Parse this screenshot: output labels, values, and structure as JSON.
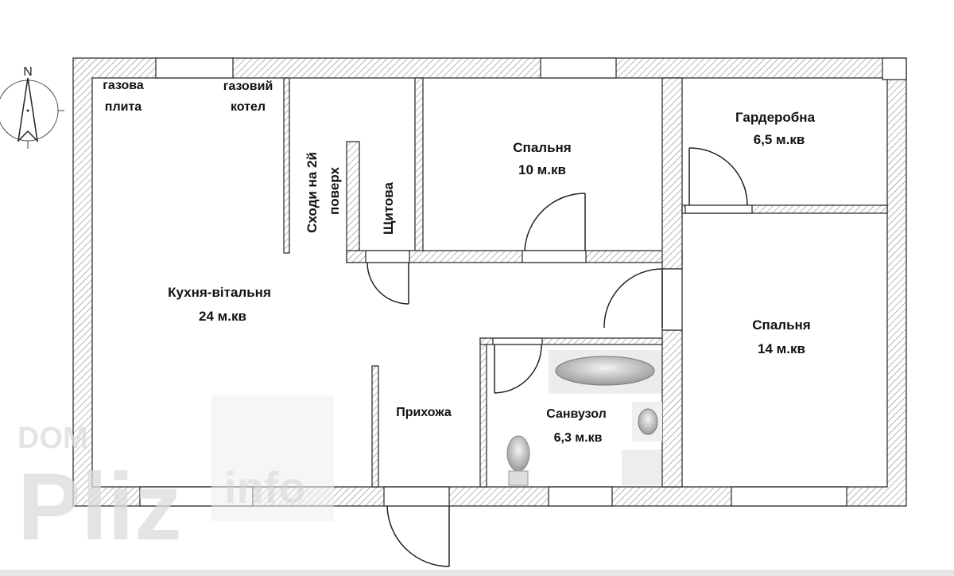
{
  "compass": {
    "north_label": "N"
  },
  "rooms": {
    "kitchen": {
      "name": "Кухня-вітальня",
      "area": "24 м.кв"
    },
    "bedroom1": {
      "name": "Спальня",
      "area": "10 м.кв"
    },
    "wardrobe": {
      "name": "Гардеробна",
      "area": "6,5 м.кв"
    },
    "bedroom2": {
      "name": "Спальня",
      "area": "14 м.кв"
    },
    "hallway": {
      "name": "Прихожа"
    },
    "bathroom": {
      "name": "Санвузол",
      "area": "6,3 м.кв"
    },
    "stairs": {
      "line1": "Сходи на 2й",
      "line2": "поверх"
    },
    "panel": {
      "name": "Щитова"
    }
  },
  "fixtures": {
    "gas_stove": {
      "line1": "газова",
      "line2": "плита"
    },
    "gas_boiler": {
      "line1": "газовий",
      "line2": "котел"
    }
  },
  "watermark": {
    "line1": "DOM",
    "line2": "Pliz",
    "line3": "info"
  }
}
